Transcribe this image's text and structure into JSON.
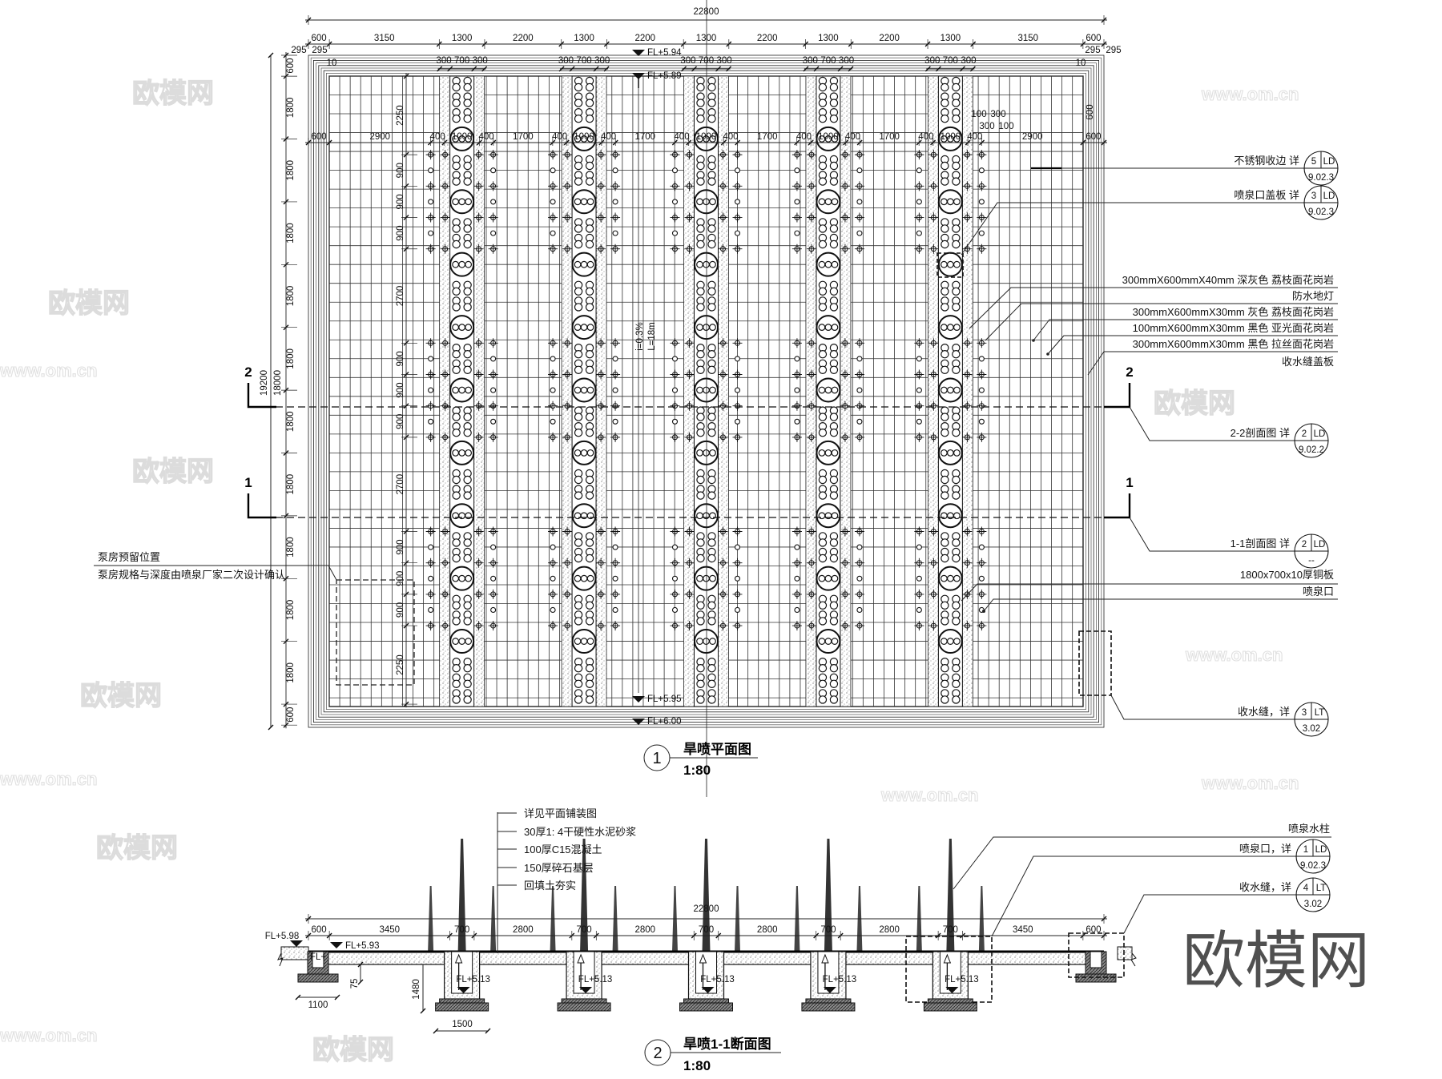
{
  "plan": {
    "number": "1",
    "title": "旱喷平面图",
    "scale": "1:80",
    "dims_top_total": "22800",
    "dims_top_row": [
      "600",
      "3150",
      "1300",
      "2200",
      "1300",
      "2200",
      "1300",
      "2200",
      "1300",
      "2200",
      "1300",
      "3150",
      "600"
    ],
    "dims_edge_sub": [
      "295",
      "295",
      "10"
    ],
    "dims_strip_sub": [
      "300",
      "700",
      "300"
    ],
    "dims_inner_row": [
      "600",
      "2900",
      "400",
      "1000",
      "400",
      "1700",
      "400",
      "1000",
      "400",
      "1700",
      "400",
      "1000",
      "400",
      "1700",
      "400",
      "1000",
      "400",
      "1700",
      "400",
      "1000",
      "400",
      "2900",
      "600"
    ],
    "dims_left_total": "19200",
    "dims_left_inner_total": "18000",
    "dims_left_row": [
      "600",
      "1800",
      "1800",
      "1800",
      "1800",
      "1800",
      "1800",
      "1800",
      "1800",
      "1800",
      "1800",
      "600"
    ],
    "dims_inner_vertical": [
      "2250",
      "900",
      "900",
      "900",
      "2700",
      "900",
      "900",
      "900",
      "2700",
      "900",
      "900",
      "900",
      "2250"
    ],
    "dims_tile": [
      "100",
      "300",
      "300",
      "100",
      "600"
    ],
    "levels": {
      "top_outer": "FL+5.94",
      "top_inner": "FL+5.89",
      "bottom_inner": "FL+5.95",
      "bottom_outer": "FL+6.00"
    },
    "slope": {
      "grade": "i=0.3%",
      "length": "L=18m"
    },
    "section_marks": {
      "one": "1",
      "two": "2"
    },
    "pump_room": {
      "title": "泵房预留位置",
      "note": "泵房规格与深度由喷泉厂家二次设计确认"
    },
    "callouts": [
      {
        "label": "不锈钢收边 详",
        "num": "5",
        "code": "LD",
        "page": "9.02.3"
      },
      {
        "label": "喷泉口盖板 详",
        "num": "3",
        "code": "LD",
        "page": "9.02.3"
      },
      {
        "label": "2-2剖面图 详",
        "num": "2",
        "code": "LD",
        "page": "9.02.2"
      },
      {
        "label": "1-1剖面图 详",
        "num": "2",
        "code": "LD",
        "page": "--"
      },
      {
        "label": "收水缝，详",
        "num": "3",
        "code": "LT",
        "page": "3.02"
      }
    ],
    "materials": [
      "300mmX600mmX40mm  深灰色  荔枝面花岗岩",
      "防水地灯",
      "300mmX600mmX30mm  灰色  荔枝面花岗岩",
      "100mmX600mmX30mm  黑色  亚光面花岗岩",
      "300mmX600mmX30mm  黑色  拉丝面花岗岩",
      "收水缝盖板"
    ],
    "plate_labels": [
      "1800x700x10厚铜板",
      "喷泉口"
    ]
  },
  "section": {
    "number": "2",
    "title": "旱喷1-1断面图",
    "scale": "1:80",
    "dims_total": "22800",
    "dims_row": [
      "600",
      "3450",
      "700",
      "2800",
      "700",
      "2800",
      "700",
      "2800",
      "700",
      "2800",
      "700",
      "3450",
      "600"
    ],
    "dims_misc": {
      "drain_width": "1100",
      "drain_depth": "75",
      "pit_depth": "1480",
      "footing_width": "1500"
    },
    "levels": {
      "edge": "FL+5.98",
      "surface": "FL+5.93",
      "pit": "FL+5.13",
      "drain": "FL+"
    },
    "layers": [
      "详见平面铺装图",
      "30厚1: 4干硬性水泥砂浆",
      "100厚C15混凝土",
      "150厚碎石基层",
      "回填土夯实"
    ],
    "jet_label": "喷泉水柱",
    "callouts": [
      {
        "label": "喷泉口，详",
        "num": "1",
        "code": "LD",
        "page": "9.02.3"
      },
      {
        "label": "收水缝，详",
        "num": "4",
        "code": "LT",
        "page": "3.02"
      }
    ]
  },
  "watermark": {
    "brand": "欧模网",
    "url": "www.om.cn"
  }
}
